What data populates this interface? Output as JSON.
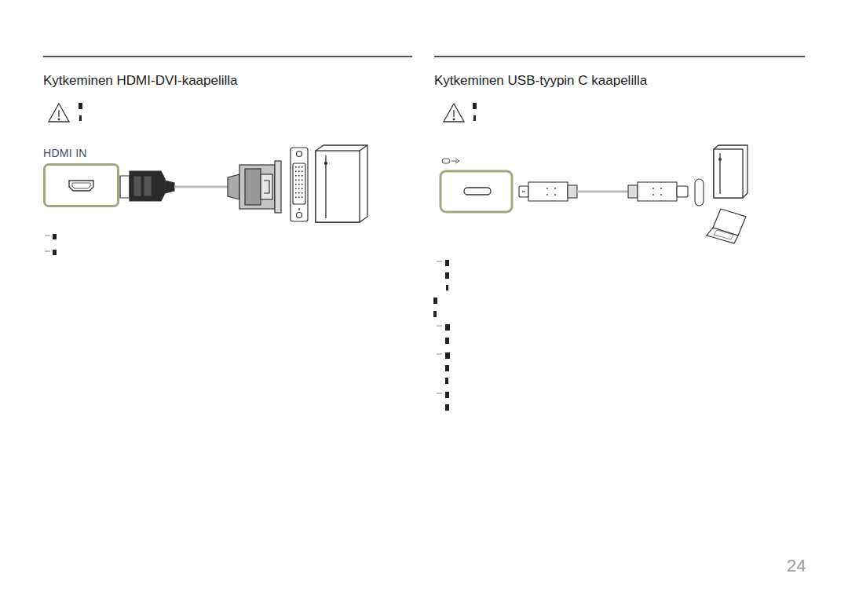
{
  "diagram": {
    "nodes": [
      {
        "text": [
          "HDMI IN"
        ]
      }
    ],
    "labels": [
      "Kytkeminen HDMI-DVI-kaapelilla",
      "Kytkeminen USB-tyypin C kaapelilla",
      "24"
    ]
  }
}
